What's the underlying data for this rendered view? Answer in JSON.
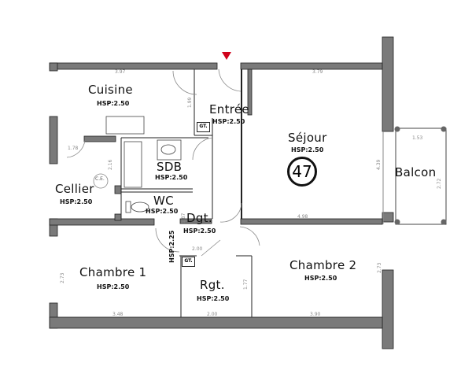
{
  "plan": {
    "lot_number": "47",
    "rooms": [
      {
        "name": "Cuisine",
        "hsp": "HSP:2.50"
      },
      {
        "name": "Entrée",
        "hsp": "HSP:2.50"
      },
      {
        "name": "Séjour",
        "hsp": "HSP:2.50"
      },
      {
        "name": "Balcon"
      },
      {
        "name": "SDB",
        "hsp": "HSP:2.50"
      },
      {
        "name": "Cellier",
        "hsp": "HSP:2.50"
      },
      {
        "name": "WC",
        "hsp": "HSP:2.50"
      },
      {
        "name": "Dgt.",
        "hsp": "HSP:2.50"
      },
      {
        "name": "Chambre  1",
        "hsp": "HSP:2.50"
      },
      {
        "name": "Chambre  2",
        "hsp": "HSP:2.50"
      },
      {
        "name": "Rgt.",
        "hsp": "HSP:2.50"
      }
    ],
    "hsp_under_beam": "HSP:2.25",
    "utility_label": "GT.",
    "water_heater_label": "C.E.",
    "dimensions": {
      "cuisine_width": "3.97",
      "sejour_top": "3.79",
      "sejour_bottom": "4.98",
      "sejour_height": "4.39",
      "balcon_width": "1.53",
      "balcon_height": "2.72",
      "cuisine_height": "1.99",
      "cellier_door": "1.78",
      "cellier_height": "2.16",
      "dgt_height": "1.87",
      "dgt_width": "2.00",
      "rgt_width": "2.00",
      "rgt_height": "1.77",
      "chambre1_width": "3.48",
      "chambre1_height": "2.73",
      "chambre2_width": "3.90",
      "chambre2_height": "2.73"
    },
    "entrance_marker_color": "#d0021b",
    "wall_color": "#7a7a7a"
  }
}
